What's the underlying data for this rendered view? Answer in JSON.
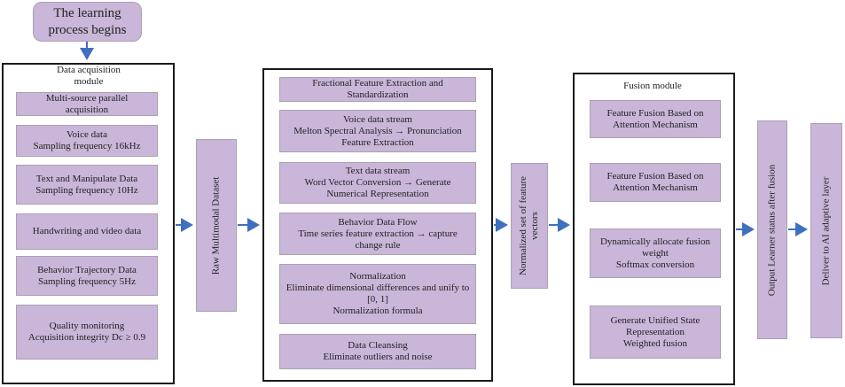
{
  "start": "The learning\nprocess begins",
  "acquisition": {
    "title": "Data acquisition\nmodule",
    "items": [
      "Multi-source parallel\nacquisition",
      "Voice data\nSampling frequency 16kHz",
      "Text and Manipulate Data\nSampling frequency 10Hz",
      "Handwriting and video data",
      "Behavior Trajectory Data\nSampling frequency 5Hz",
      "Quality monitoring\nAcquisition integrity Dc ≥ 0.9"
    ]
  },
  "raw_dataset": "Raw Multimodal Dataset",
  "processing": {
    "items": [
      "Fractional Feature Extraction and\nStandardization",
      "Voice data stream\nMelton Spectral Analysis → Pronunciation\nFeature Extraction",
      "Text data stream\nWord Vector Conversion → Generate\nNumerical Representation",
      "Behavior Data Flow\nTime series feature extraction → capture\nchange rule",
      "Normalization\nEliminate dimensional differences and unify to\n[0, 1]\nNormalization formula",
      "Data Cleansing\nEliminate outliers and noise"
    ]
  },
  "normalized": "Normalized set of feature\nvectors",
  "fusion": {
    "title": "Fusion module",
    "items": [
      "Feature Fusion Based on\nAttention Mechanism",
      "Feature Fusion Based on\nAttention Mechanism",
      "Dynamically allocate fusion\nweight\nSoftmax conversion",
      "Generate Unified State\nRepresentation\nWeighted fusion"
    ]
  },
  "output_status": "Output Learner status after fusion",
  "deliver": "Deliver to AI adaptive layer",
  "colors": {
    "box_fill": "#c9b6d9",
    "arrow": "#3f6fbf",
    "frame": "#1a1a1a"
  }
}
